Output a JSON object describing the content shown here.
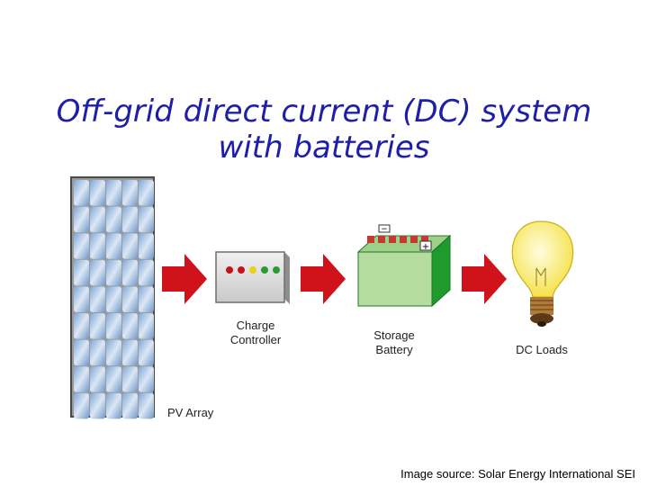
{
  "title": {
    "line1": "Off-grid direct current (DC) system",
    "line2": "with batteries"
  },
  "diagram": {
    "components": [
      {
        "id": "pv",
        "label": "PV Array",
        "icon": "solar-panel-icon"
      },
      {
        "id": "cc",
        "label_lines": [
          "Charge",
          "Controller"
        ],
        "icon": "charge-controller-icon"
      },
      {
        "id": "bat",
        "label_lines": [
          "Storage",
          "Battery"
        ],
        "icon": "battery-icon"
      },
      {
        "id": "load",
        "label": "DC Loads",
        "icon": "light-bulb-icon"
      }
    ],
    "arrow_icon": "right-arrow-icon",
    "colors": {
      "title": "#1e1ea8",
      "arrow": "#d0121b",
      "battery": "#b6dca0",
      "battery_dark": "#1f9a2c",
      "bulb": "#fff38a"
    }
  },
  "source": "Image source: Solar Energy International SEI"
}
